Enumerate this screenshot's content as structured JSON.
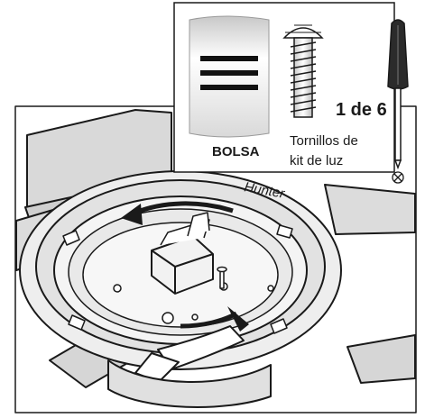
{
  "callout": {
    "bag_label": "BOLSA",
    "screw_count": "1 de 6",
    "screw_name_line1": "Tornillos de",
    "screw_name_line2": "kit de luz"
  },
  "illustration": {
    "brand_script": "Hunter"
  },
  "icons": {
    "bag": "parts-bag-icon",
    "screw": "screw-icon",
    "screwdriver": "phillips-screwdriver-icon"
  }
}
